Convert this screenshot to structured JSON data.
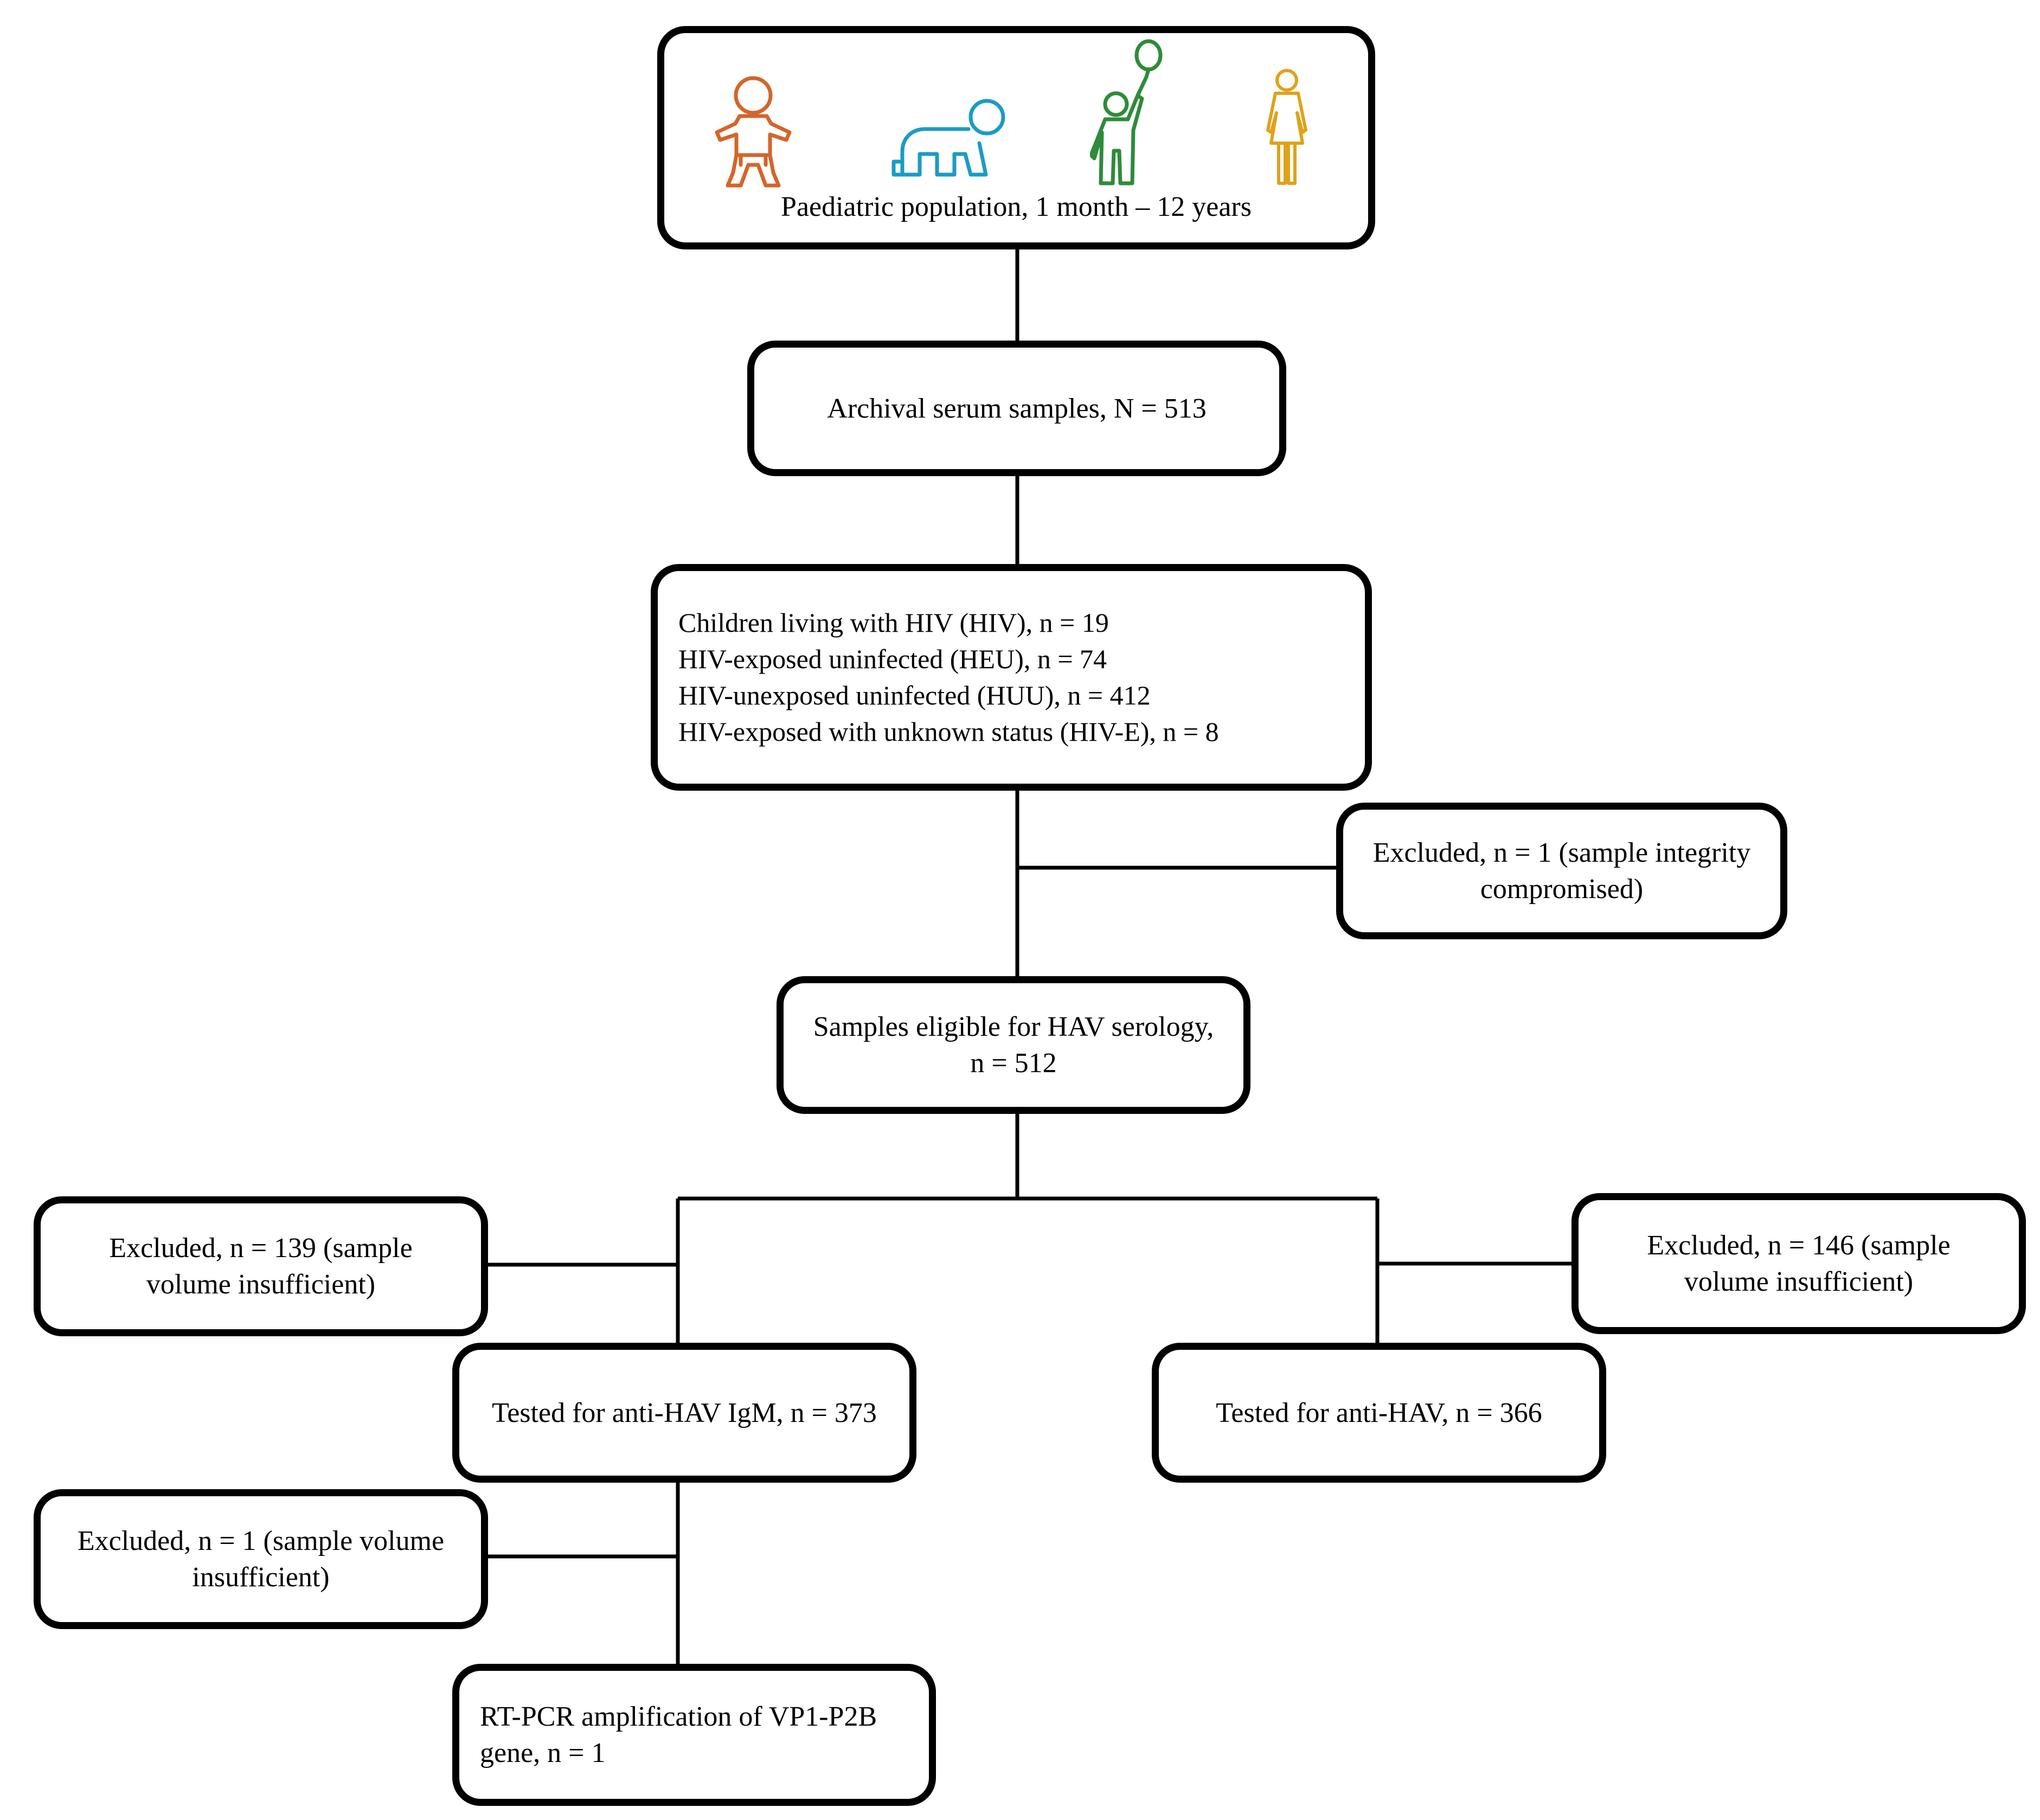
{
  "flowchart": {
    "population": {
      "label": "Paediatric population, 1 month – 12 years",
      "icons": [
        {
          "name": "baby-icon",
          "color": "#D4652A"
        },
        {
          "name": "crawling-infant-icon",
          "color": "#1B9BC4"
        },
        {
          "name": "child-with-balloon-icon",
          "color": "#2E8B3A"
        },
        {
          "name": "girl-icon",
          "color": "#E0A21B"
        }
      ]
    },
    "archival": {
      "label": "Archival serum samples, N = 513"
    },
    "groups": {
      "lines": [
        "Children living with HIV (HIV), n = 19",
        "HIV-exposed uninfected (HEU), n = 74",
        "HIV-unexposed uninfected (HUU), n = 412",
        "HIV-exposed with unknown status (HIV-E), n = 8"
      ]
    },
    "excluded_integrity": {
      "lines": [
        "Excluded, n = 1 (sample integrity",
        "compromised)"
      ]
    },
    "eligible": {
      "lines": [
        "Samples eligible for HAV serology,",
        "n = 512"
      ]
    },
    "excluded_139": {
      "lines": [
        "Excluded, n = 139 (sample",
        "volume insufficient)"
      ]
    },
    "excluded_146": {
      "lines": [
        "Excluded, n = 146 (sample",
        "volume insufficient)"
      ]
    },
    "tested_igm": {
      "label": "Tested for anti-HAV IgM, n = 373"
    },
    "tested_antihav": {
      "label": "Tested for anti-HAV, n = 366"
    },
    "excluded_1": {
      "lines": [
        "Excluded, n = 1 (sample volume",
        "insufficient)"
      ]
    },
    "rtpcr": {
      "lines": [
        "RT-PCR amplification of VP1-P2B",
        "gene, n = 1"
      ]
    }
  },
  "colors": {
    "line": "#000000",
    "box_border": "#000000",
    "background": "#FFFFFF"
  }
}
